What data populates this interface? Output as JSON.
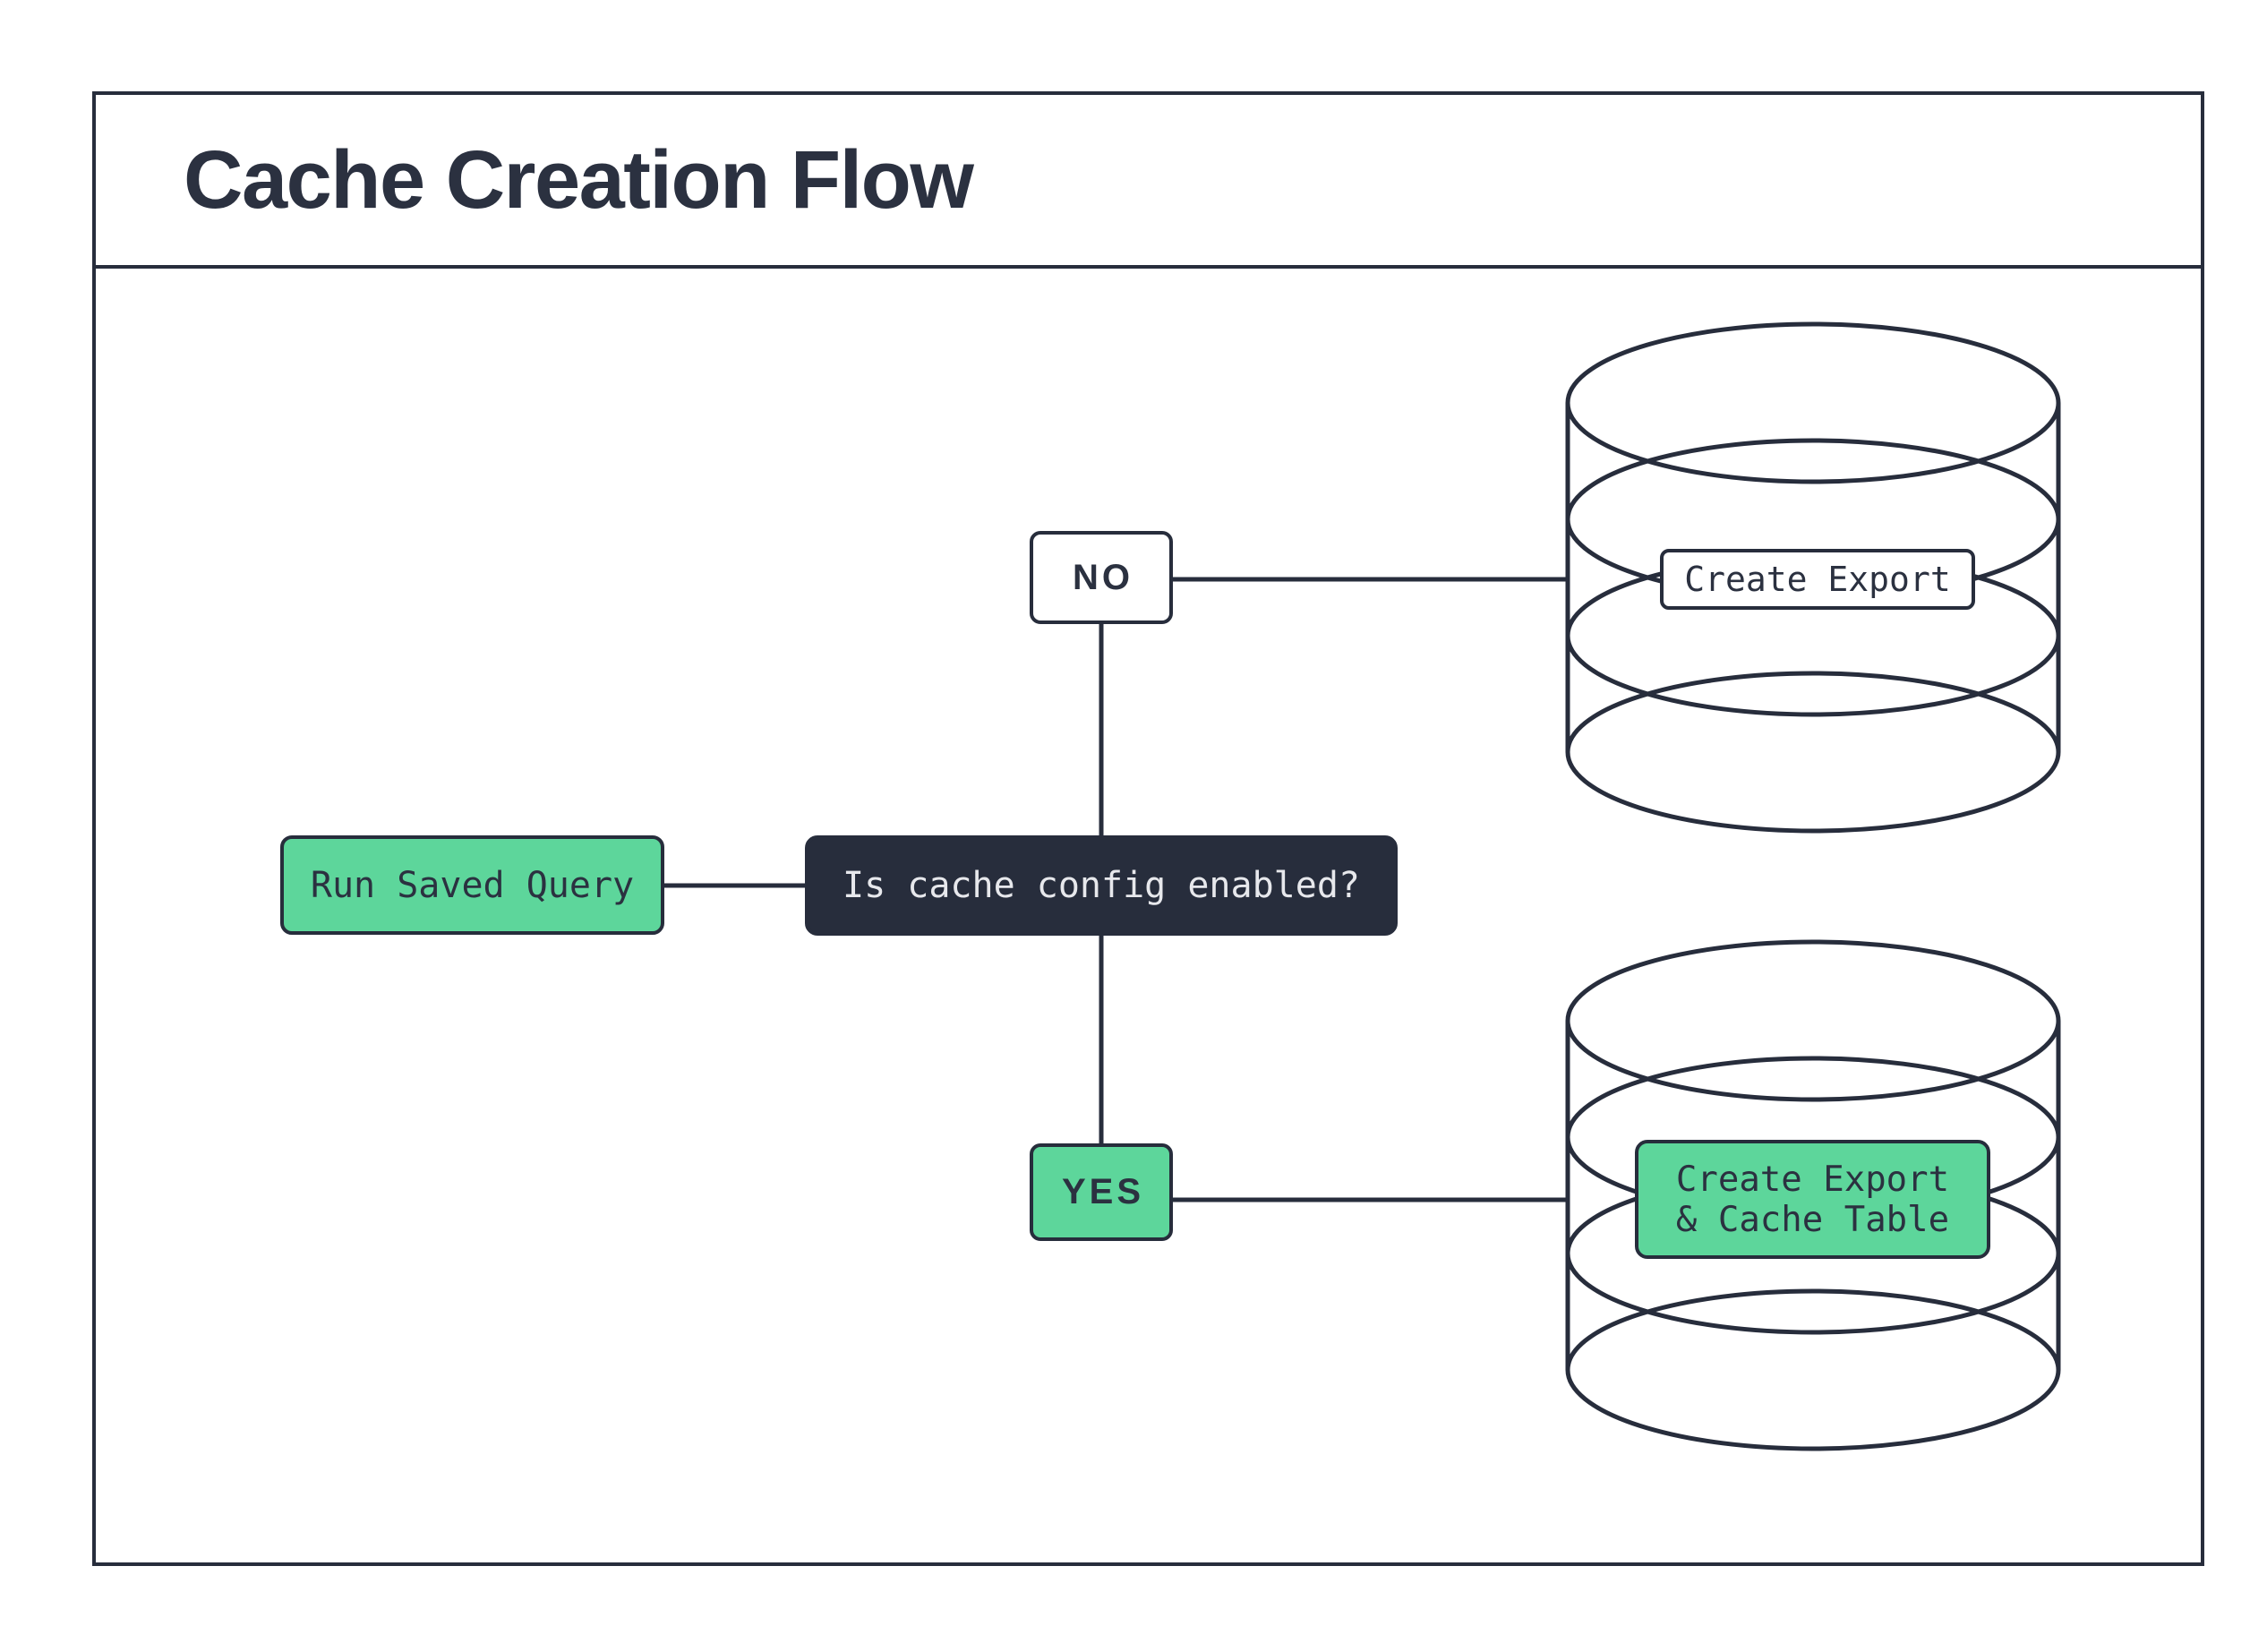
{
  "title": "Cache Creation Flow",
  "flow": {
    "start_label": "Run Saved Query",
    "decision_label": "Is cache config enabled?",
    "branch_no_label": "NO",
    "branch_yes_label": "YES",
    "db_no_label": "Create Export",
    "db_yes_label_line1": "Create Export",
    "db_yes_label_line2": "& Cache Table"
  },
  "colors": {
    "navy": "#272d3c",
    "green": "#5dd69b",
    "light_text": "#e7e8ec",
    "dark_text": "#2b3140",
    "background": "#ffffff"
  }
}
